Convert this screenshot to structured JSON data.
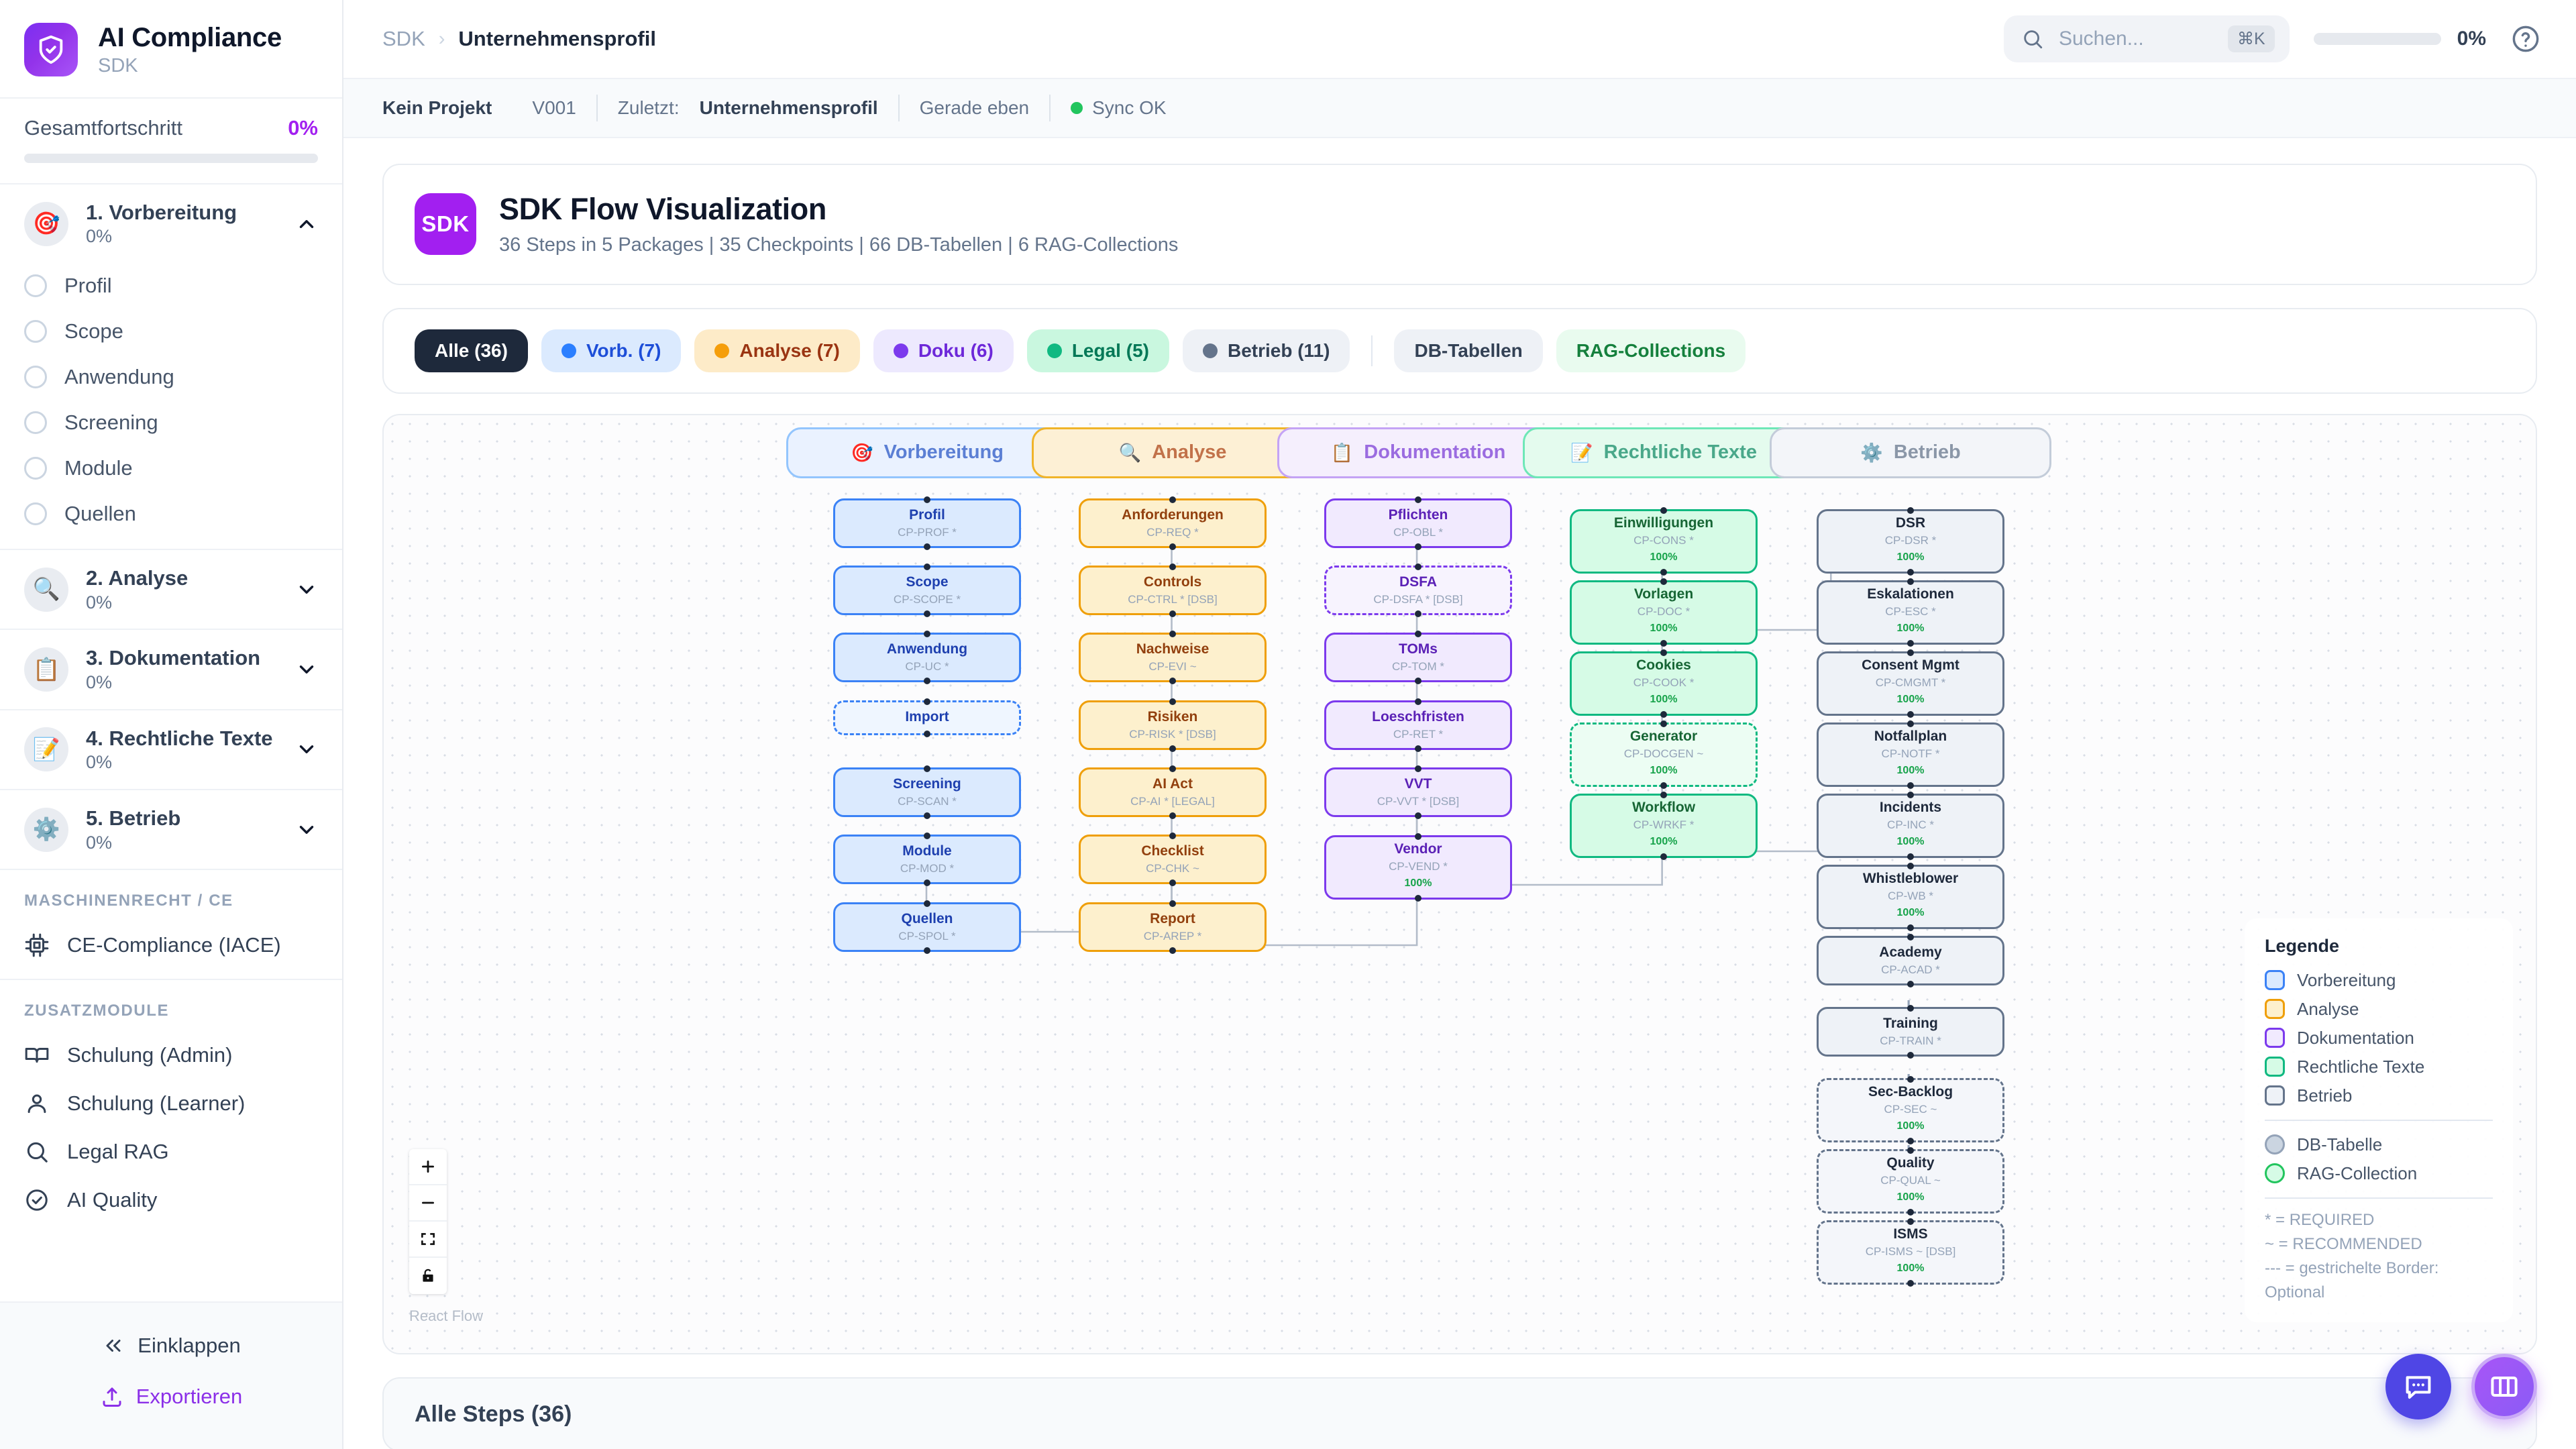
{
  "sidebar": {
    "brand": {
      "title": "AI Compliance",
      "subtitle": "SDK",
      "logo_icon": "shield-check-icon"
    },
    "overall": {
      "label": "Gesamtfortschritt",
      "value": "0%",
      "percent": 0,
      "color": "#a21ff0"
    },
    "sections": [
      {
        "emoji": "🎯",
        "title": "1. Vorbereitung",
        "percent": "0%",
        "expanded": true,
        "items": [
          {
            "label": "Profil"
          },
          {
            "label": "Scope"
          },
          {
            "label": "Anwendung"
          },
          {
            "label": "Screening"
          },
          {
            "label": "Module"
          },
          {
            "label": "Quellen"
          }
        ]
      },
      {
        "emoji": "🔍",
        "title": "2. Analyse",
        "percent": "0%",
        "expanded": false,
        "items": []
      },
      {
        "emoji": "📋",
        "title": "3. Dokumentation",
        "percent": "0%",
        "expanded": false,
        "items": []
      },
      {
        "emoji": "📝",
        "title": "4. Rechtliche Texte",
        "percent": "0%",
        "expanded": false,
        "items": []
      },
      {
        "emoji": "⚙️",
        "title": "5. Betrieb",
        "percent": "0%",
        "expanded": false,
        "items": []
      }
    ],
    "group_machine": {
      "label": "MASCHINENRECHT / CE",
      "links": [
        {
          "label": "CE-Compliance (IACE)",
          "icon": "chip-icon"
        }
      ]
    },
    "group_extra": {
      "label": "ZUSATZMODULE",
      "links": [
        {
          "label": "Schulung (Admin)",
          "icon": "book-icon"
        },
        {
          "label": "Schulung (Learner)",
          "icon": "user-icon"
        },
        {
          "label": "Legal RAG",
          "icon": "search-icon"
        },
        {
          "label": "AI Quality",
          "icon": "check-circle-icon"
        }
      ]
    },
    "footer": {
      "collapse_label": "Einklappen",
      "collapse_icon": "chevrons-left-icon",
      "export_label": "Exportieren",
      "export_icon": "upload-icon",
      "export_color": "#8b2fe8"
    }
  },
  "topbar": {
    "breadcrumb_root": "SDK",
    "breadcrumb_separator": "›",
    "breadcrumb_current": "Unternehmensprofil",
    "search": {
      "placeholder": "Suchen...",
      "shortcut": "⌘K",
      "icon": "search-icon"
    },
    "progress": {
      "value": "0%",
      "percent": 0
    },
    "help_icon": "help-circle-icon"
  },
  "statusbar": {
    "project": "Kein Projekt",
    "version": "V001",
    "last_label": "Zuletzt:",
    "last_value": "Unternehmensprofil",
    "time": "Gerade eben",
    "sync": "Sync OK",
    "sync_color": "#22c55e"
  },
  "hero": {
    "badge": "SDK",
    "title": "SDK Flow Visualization",
    "subtitle": "36 Steps in 5 Packages | 35 Checkpoints | 66 DB-Tabellen | 6 RAG-Collections"
  },
  "filters": [
    {
      "key": "alle",
      "label": "Alle (36)",
      "dot": false,
      "active": true
    },
    {
      "key": "vorb",
      "label": "Vorb. (7)",
      "dot": true,
      "color": "#2b7fff"
    },
    {
      "key": "analyse",
      "label": "Analyse (7)",
      "dot": true,
      "color": "#f59e0b"
    },
    {
      "key": "doku",
      "label": "Doku (6)",
      "dot": true,
      "color": "#7c3aed"
    },
    {
      "key": "legal",
      "label": "Legal (5)",
      "dot": true,
      "color": "#10b981"
    },
    {
      "key": "betrieb",
      "label": "Betrieb (11)",
      "dot": true,
      "color": "#64748b"
    },
    {
      "key": "db",
      "label": "DB-Tabellen",
      "dot": false
    },
    {
      "key": "rag",
      "label": "RAG-Collections",
      "dot": false
    }
  ],
  "flow": {
    "groups": [
      {
        "key": "vorbereitung",
        "label": "Vorbereitung",
        "emoji": "🎯"
      },
      {
        "key": "analyse",
        "label": "Analyse",
        "emoji": "🔍"
      },
      {
        "key": "dokumentation",
        "label": "Dokumentation",
        "emoji": "📋"
      },
      {
        "key": "rechtliche",
        "label": "Rechtliche Texte",
        "emoji": "📝"
      },
      {
        "key": "betrieb",
        "label": "Betrieb",
        "emoji": "⚙️"
      }
    ],
    "columns": {
      "vorbereitung": [
        {
          "title": "Profil",
          "code": "CP-PROF *",
          "optional": false
        },
        {
          "title": "Scope",
          "code": "CP-SCOPE *",
          "optional": false
        },
        {
          "title": "Anwendung",
          "code": "CP-UC *",
          "optional": false
        },
        {
          "title": "Import",
          "code": "",
          "optional": true
        },
        {
          "title": "Screening",
          "code": "CP-SCAN *",
          "optional": false
        },
        {
          "title": "Module",
          "code": "CP-MOD *",
          "optional": false
        },
        {
          "title": "Quellen",
          "code": "CP-SPOL *",
          "optional": false
        }
      ],
      "analyse": [
        {
          "title": "Anforderungen",
          "code": "CP-REQ *",
          "optional": false
        },
        {
          "title": "Controls",
          "code": "CP-CTRL * [DSB]",
          "optional": false
        },
        {
          "title": "Nachweise",
          "code": "CP-EVI ~",
          "optional": false
        },
        {
          "title": "Risiken",
          "code": "CP-RISK * [DSB]",
          "optional": false
        },
        {
          "title": "AI Act",
          "code": "CP-AI * [LEGAL]",
          "optional": false
        },
        {
          "title": "Checklist",
          "code": "CP-CHK ~",
          "optional": false
        },
        {
          "title": "Report",
          "code": "CP-AREP *",
          "optional": false
        }
      ],
      "dokumentation": [
        {
          "title": "Pflichten",
          "code": "CP-OBL *",
          "optional": false
        },
        {
          "title": "DSFA",
          "code": "CP-DSFA * [DSB]",
          "optional": true
        },
        {
          "title": "TOMs",
          "code": "CP-TOM *",
          "optional": false
        },
        {
          "title": "Loeschfristen",
          "code": "CP-RET *",
          "optional": false
        },
        {
          "title": "VVT",
          "code": "CP-VVT * [DSB]",
          "optional": false
        },
        {
          "title": "Vendor",
          "code": "CP-VEND *",
          "optional": false,
          "progress": "100%"
        }
      ],
      "rechtliche": [
        {
          "title": "Einwilligungen",
          "code": "CP-CONS *",
          "optional": false,
          "progress": "100%"
        },
        {
          "title": "Vorlagen",
          "code": "CP-DOC *",
          "optional": false,
          "progress": "100%"
        },
        {
          "title": "Cookies",
          "code": "CP-COOK *",
          "optional": false,
          "progress": "100%"
        },
        {
          "title": "Generator",
          "code": "CP-DOCGEN ~",
          "optional": true,
          "progress": "100%"
        },
        {
          "title": "Workflow",
          "code": "CP-WRKF *",
          "optional": false,
          "progress": "100%"
        }
      ],
      "betrieb": [
        {
          "title": "DSR",
          "code": "CP-DSR *",
          "optional": false,
          "progress": "100%"
        },
        {
          "title": "Eskalationen",
          "code": "CP-ESC *",
          "optional": false,
          "progress": "100%"
        },
        {
          "title": "Consent Mgmt",
          "code": "CP-CMGMT *",
          "optional": false,
          "progress": "100%"
        },
        {
          "title": "Notfallplan",
          "code": "CP-NOTF *",
          "optional": false,
          "progress": "100%"
        },
        {
          "title": "Incidents",
          "code": "CP-INC *",
          "optional": false,
          "progress": "100%"
        },
        {
          "title": "Whistleblower",
          "code": "CP-WB *",
          "optional": false,
          "progress": "100%"
        },
        {
          "title": "Academy",
          "code": "CP-ACAD *",
          "optional": false
        },
        {
          "title": "Training",
          "code": "CP-TRAIN *",
          "optional": false
        },
        {
          "title": "Sec-Backlog",
          "code": "CP-SEC ~",
          "optional": true,
          "progress": "100%"
        },
        {
          "title": "Quality",
          "code": "CP-QUAL ~",
          "optional": true,
          "progress": "100%"
        },
        {
          "title": "ISMS",
          "code": "CP-ISMS ~ [DSB]",
          "optional": true,
          "progress": "100%"
        }
      ]
    },
    "controls": {
      "zoom_in": "+",
      "zoom_out": "−",
      "fit_view": "fit-view-icon",
      "lock": "lock-icon"
    },
    "attribution": "React Flow",
    "legend": {
      "title": "Legende",
      "packages": [
        {
          "label": "Vorbereitung",
          "fill": "#dbeafe",
          "border": "#3b82f6"
        },
        {
          "label": "Analyse",
          "fill": "#fdf0cd",
          "border": "#ef9f0a"
        },
        {
          "label": "Dokumentation",
          "fill": "#f1eafe",
          "border": "#7c3aed"
        },
        {
          "label": "Rechtliche Texte",
          "fill": "#d6fbe6",
          "border": "#10b981"
        },
        {
          "label": "Betrieb",
          "fill": "#eef2f7",
          "border": "#64748b"
        }
      ],
      "resources": [
        {
          "label": "DB-Tabelle",
          "fill": "#cbd5e1",
          "border": "#94a3b8"
        },
        {
          "label": "RAG-Collection",
          "fill": "#d6fbe6",
          "border": "#22c55e"
        }
      ],
      "notes": [
        "* = REQUIRED",
        "~ = RECOMMENDED",
        "--- = gestrichelte Border: Optional"
      ]
    }
  },
  "bottom": {
    "title": "Alle Steps (36)"
  },
  "fabs": [
    {
      "key": "chat",
      "icon": "chat-bubble-icon",
      "color": "#4f46e5"
    },
    {
      "key": "panel",
      "icon": "columns-icon",
      "color": "#a855f7"
    }
  ]
}
